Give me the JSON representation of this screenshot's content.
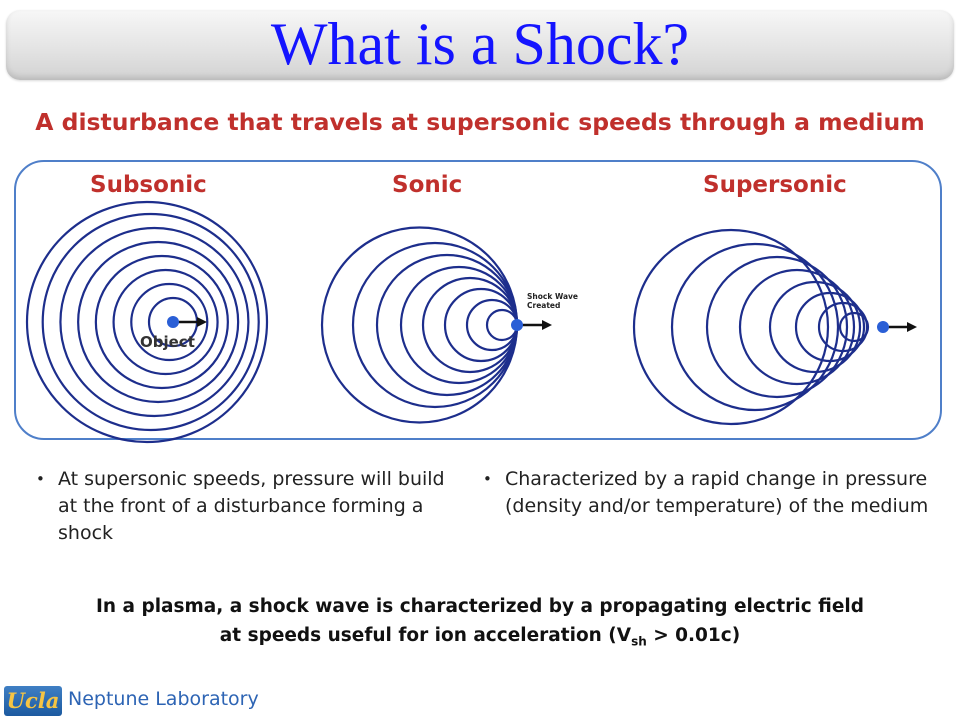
{
  "slide": {
    "title": "What is a Shock?",
    "subtitle": "A disturbance that travels at supersonic speeds through a medium"
  },
  "diagram": {
    "panels": [
      {
        "id": "subsonic",
        "label": "Subsonic"
      },
      {
        "id": "sonic",
        "label": "Sonic"
      },
      {
        "id": "supersonic",
        "label": "Supersonic"
      }
    ],
    "object_label": "Object",
    "shock_label_line1": "Shock Wave",
    "shock_label_line2": "Created",
    "wave_color": "#1d2e8c",
    "object_color": "#2a5fd6"
  },
  "bullets": {
    "left": "At supersonic speeds, pressure will build at the front of a disturbance forming a shock",
    "right": "Characterized by a rapid change in pressure (density and/or temperature) of the medium"
  },
  "bottom": {
    "line1": "In a plasma, a shock wave is characterized by a propagating electric field",
    "line2_pre": "at speeds useful for ion acceleration (V",
    "line2_sub": "sh",
    "line2_post": " > 0.01c)"
  },
  "footer": {
    "logo_text": "Ucla",
    "lab_name": "Neptune Laboratory"
  }
}
